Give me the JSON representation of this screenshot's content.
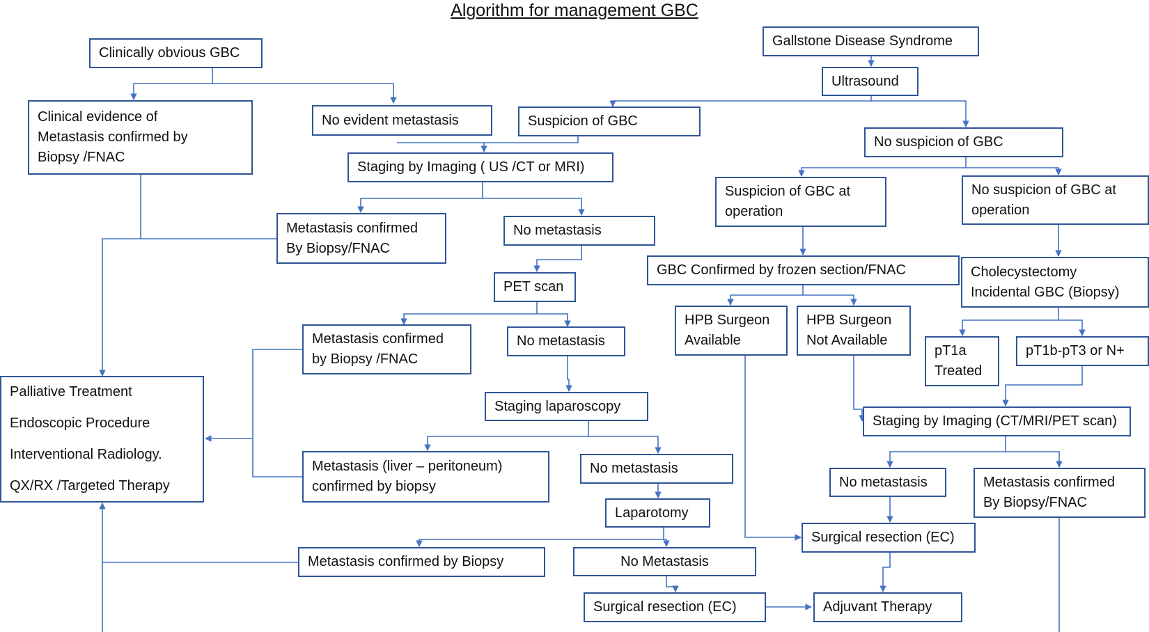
{
  "title": "Algorithm for management  GBC",
  "colors": {
    "line": "#4472C4",
    "border": "#2E5597"
  },
  "nodes": {
    "clinically_obvious": "Clinically obvious GBC",
    "clinical_evidence": [
      "Clinical evidence of",
      "Metastasis confirmed by",
      "Biopsy /FNAC"
    ],
    "no_evident_metastasis": "No evident metastasis",
    "suspicion_gbc": "Suspicion of GBC",
    "staging_imaging_1": "Staging by Imaging ( US /CT or MRI)",
    "metastasis_confirmed_1": [
      "Metastasis confirmed",
      "By Biopsy/FNAC"
    ],
    "no_metastasis_1": "No metastasis",
    "pet_scan": "PET scan",
    "metastasis_confirmed_2": [
      "Metastasis confirmed",
      "by  Biopsy /FNAC"
    ],
    "no_metastasis_2": "No metastasis",
    "staging_laparoscopy": "Staging laparoscopy",
    "metastasis_liver": [
      "Metastasis (liver – peritoneum)",
      "confirmed by biopsy"
    ],
    "no_metastasis_3": "No metastasis",
    "laparotomy": "Laparotomy",
    "metastasis_confirmed_biopsy": "Metastasis confirmed by Biopsy",
    "no_metastasis_4": "No Metastasis",
    "surgical_resection_1": "Surgical resection (EC)",
    "adjuvant_therapy": "Adjuvant Therapy",
    "palliative": [
      "Palliative Treatment",
      "Endoscopic Procedure",
      "Interventional Radiology.",
      "QX/RX /Targeted Therapy"
    ],
    "gallstone": "Gallstone Disease Syndrome",
    "ultrasound": "Ultrasound",
    "no_suspicion_gbc": "No suspicion of GBC",
    "suspicion_at_operation": [
      "Suspicion of GBC at",
      "operation"
    ],
    "no_suspicion_at_operation": [
      "No suspicion of GBC at",
      "operation"
    ],
    "gbc_confirmed_frozen": "GBC Confirmed  by frozen section/FNAC",
    "cholecystectomy": [
      "Cholecystectomy",
      "Incidental GBC (Biopsy)"
    ],
    "hpb_available": [
      "HPB Surgeon",
      "Available"
    ],
    "hpb_not_available": [
      "HPB  Surgeon",
      "Not Available"
    ],
    "pt1a": [
      "pT1a",
      "Treated"
    ],
    "pt1b": "pT1b-pT3 or N+",
    "staging_imaging_2": "Staging by Imaging (CT/MRI/PET scan)",
    "no_metastasis_5": "No metastasis",
    "metastasis_confirmed_3": [
      "Metastasis confirmed",
      "By Biopsy/FNAC"
    ],
    "surgical_resection_2": "Surgical resection (EC)"
  }
}
